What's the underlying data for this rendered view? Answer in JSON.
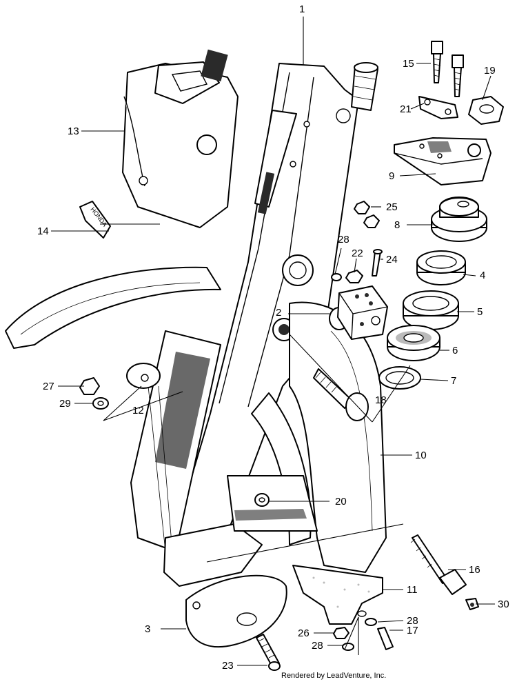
{
  "callouts": [
    {
      "id": "1",
      "label": "1"
    },
    {
      "id": "2",
      "label": "2"
    },
    {
      "id": "3",
      "label": "3"
    },
    {
      "id": "4",
      "label": "4"
    },
    {
      "id": "5",
      "label": "5"
    },
    {
      "id": "6",
      "label": "6"
    },
    {
      "id": "7",
      "label": "7"
    },
    {
      "id": "8",
      "label": "8"
    },
    {
      "id": "9",
      "label": "9"
    },
    {
      "id": "10",
      "label": "10"
    },
    {
      "id": "11",
      "label": "11"
    },
    {
      "id": "12",
      "label": "12"
    },
    {
      "id": "13",
      "label": "13"
    },
    {
      "id": "14",
      "label": "14"
    },
    {
      "id": "15",
      "label": "15"
    },
    {
      "id": "16",
      "label": "16"
    },
    {
      "id": "17",
      "label": "17"
    },
    {
      "id": "18",
      "label": "18"
    },
    {
      "id": "19",
      "label": "19"
    },
    {
      "id": "20",
      "label": "20"
    },
    {
      "id": "21",
      "label": "21"
    },
    {
      "id": "22",
      "label": "22"
    },
    {
      "id": "23",
      "label": "23"
    },
    {
      "id": "24",
      "label": "24"
    },
    {
      "id": "25",
      "label": "25"
    },
    {
      "id": "26",
      "label": "26"
    },
    {
      "id": "27",
      "label": "27"
    },
    {
      "id": "28a",
      "label": "28"
    },
    {
      "id": "28b",
      "label": "28"
    },
    {
      "id": "28c",
      "label": "28"
    },
    {
      "id": "29",
      "label": "29"
    },
    {
      "id": "30",
      "label": "30"
    }
  ],
  "emblem_text": "HONDA",
  "credit": "Rendered by LeadVenture, Inc."
}
